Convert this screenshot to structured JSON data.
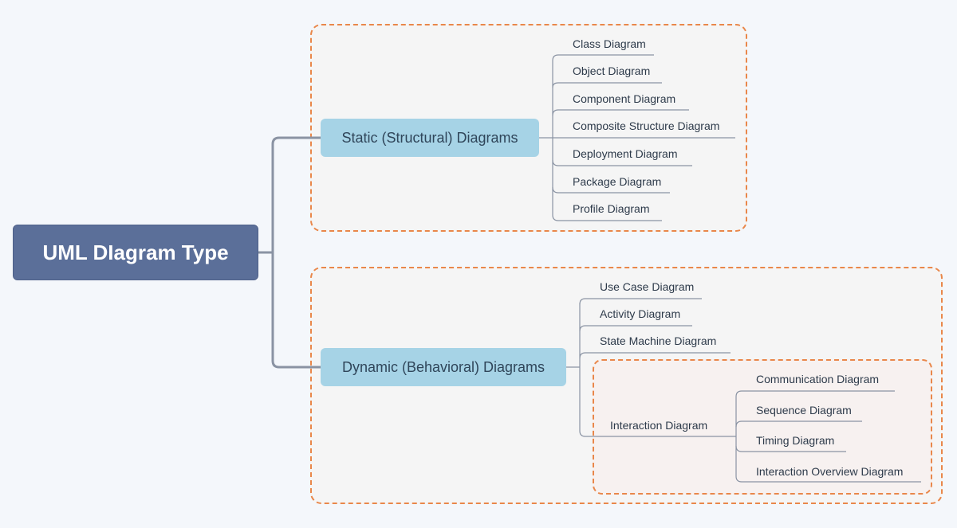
{
  "root": {
    "label": "UML DIagram Type"
  },
  "static": {
    "label": "Static (Structural) Diagrams",
    "items": [
      "Class Diagram",
      "Object Diagram",
      "Component Diagram",
      "Composite Structure Diagram",
      "Deployment Diagram",
      "Package Diagram",
      "Profile Diagram"
    ]
  },
  "dynamic": {
    "label": "Dynamic (Behavioral) Diagrams",
    "items": [
      "Use Case Diagram",
      "Activity Diagram",
      "State Machine Diagram",
      "Interaction Diagram"
    ],
    "interaction": {
      "label": "Interaction Diagram",
      "items": [
        "Communication Diagram",
        "Sequence Diagram",
        "Timing Diagram",
        "Interaction Overview Diagram"
      ]
    }
  },
  "colors": {
    "root_fill": "#5b6f99",
    "branch_fill": "#a6d3e6",
    "group_border": "#e9874a",
    "connector": "#8a93a3"
  }
}
